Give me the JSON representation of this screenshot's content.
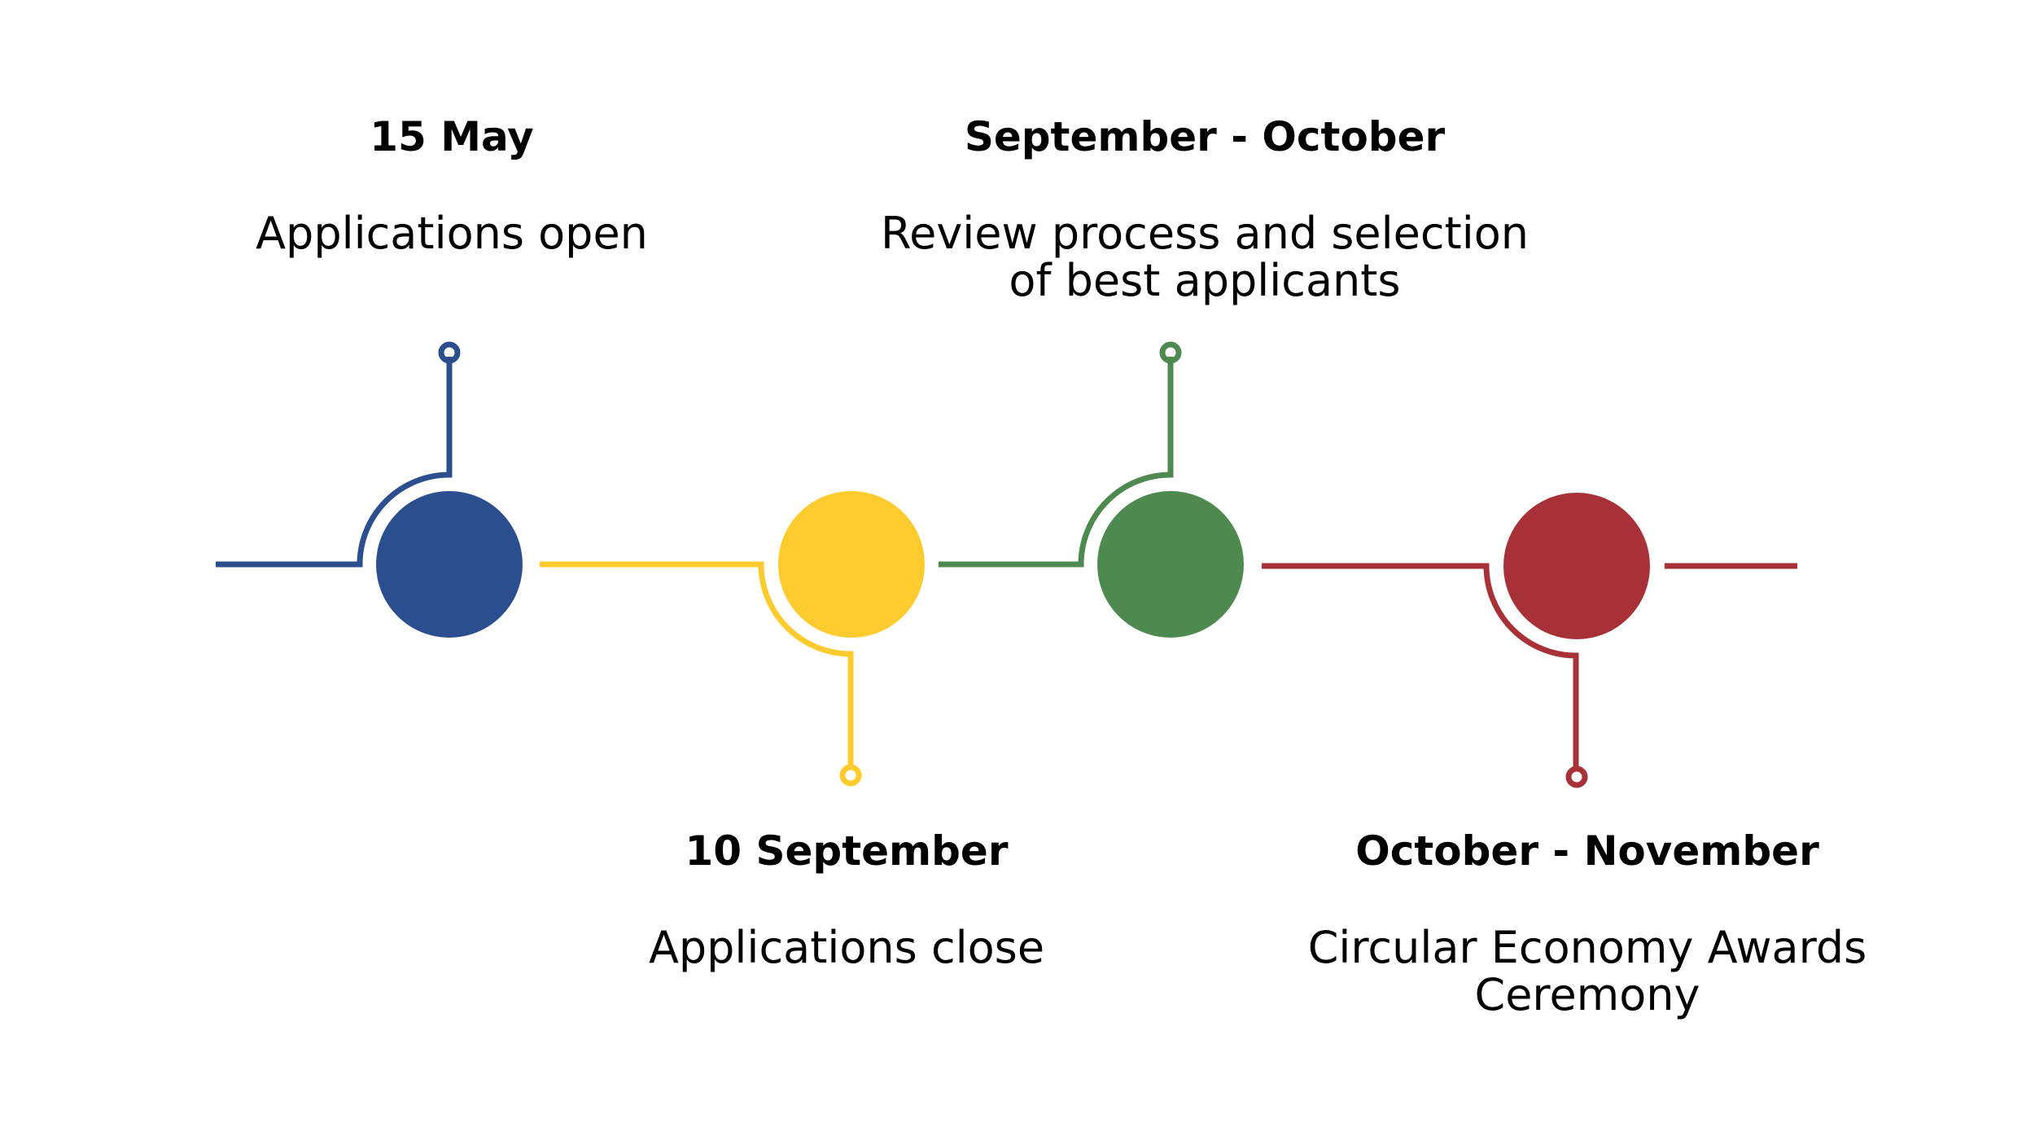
{
  "colors": {
    "blue": "#2b4f8e",
    "yellow": "#fecb2f",
    "green": "#4e8950",
    "red": "#a83138"
  },
  "milestones": [
    {
      "date": "15 May",
      "description": "Applications open",
      "color": "blue"
    },
    {
      "date": "10 September",
      "description": "Applications close",
      "color": "yellow"
    },
    {
      "date": "September - October",
      "description": "Review process and selection\nof best applicants",
      "color": "green"
    },
    {
      "date": "October - November",
      "description": "Circular Economy Awards\nCeremony",
      "color": "red"
    }
  ]
}
